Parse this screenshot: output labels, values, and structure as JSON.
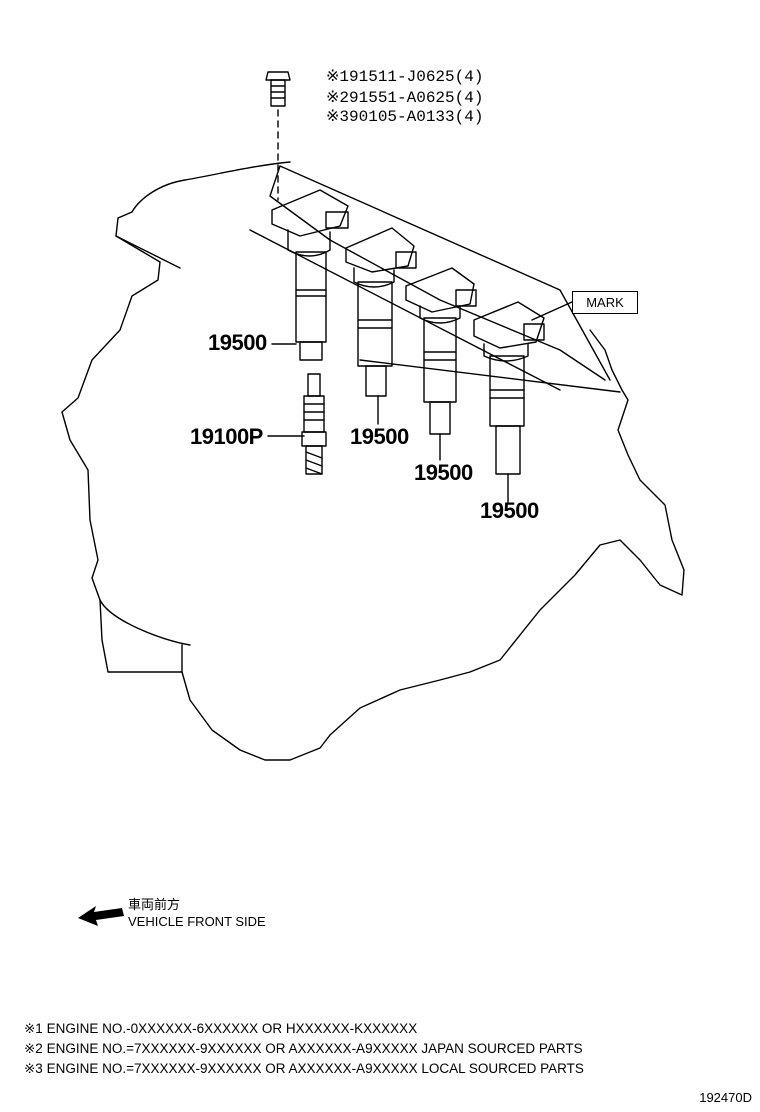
{
  "bolts": [
    {
      "marker": "※1",
      "text": "91511-J0625(4)"
    },
    {
      "marker": "※2",
      "text": "91551-A0625(4)"
    },
    {
      "marker": "※3",
      "text": "90105-A0133(4)"
    }
  ],
  "parts": {
    "coil_1": "19500",
    "coil_2": "19500",
    "coil_3": "19500",
    "coil_4": "19500",
    "spark_plug": "19100P"
  },
  "mark_label": "MARK",
  "front": {
    "jp": "車両前方",
    "en": "VEHICLE FRONT SIDE"
  },
  "notes": [
    "※1 ENGINE NO.-0XXXXXX-6XXXXXX OR HXXXXXX-KXXXXXX",
    "※2 ENGINE NO.=7XXXXXX-9XXXXXX OR AXXXXXX-A9XXXXX JAPAN SOURCED PARTS",
    "※3 ENGINE NO.=7XXXXXX-9XXXXXX OR AXXXXXX-A9XXXXX LOCAL SOURCED PARTS"
  ],
  "illustration_code": "192470D"
}
